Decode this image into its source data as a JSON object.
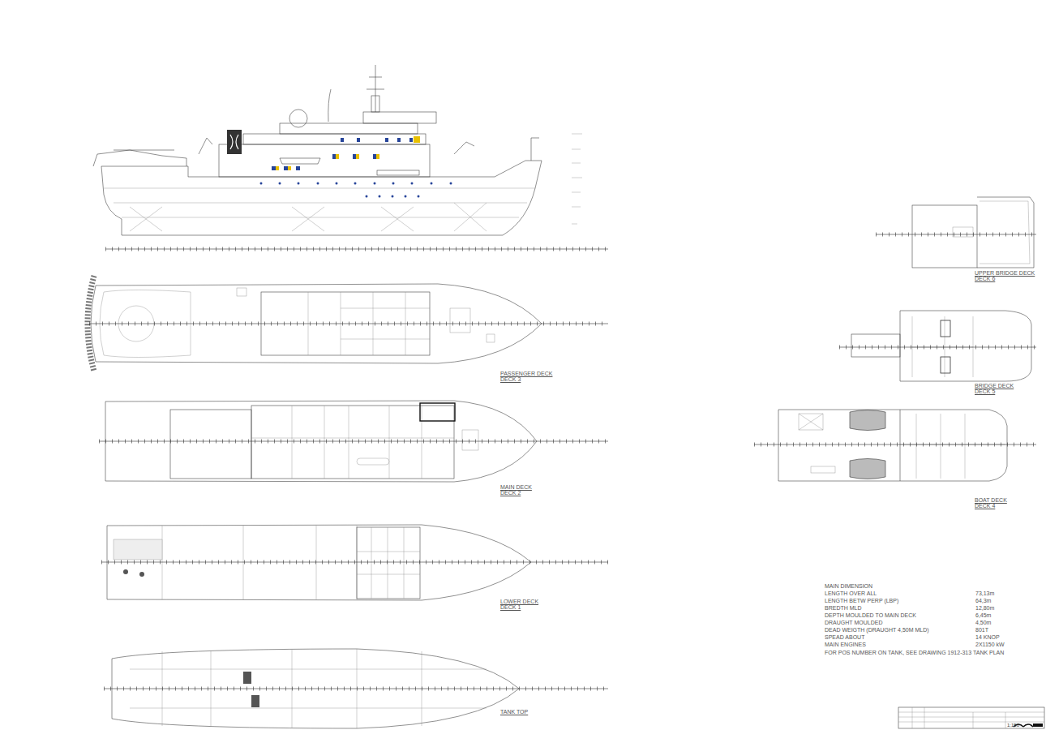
{
  "diagram": {
    "labels": [
      "PASSENGER DECK",
      "DECK 3",
      "MAIN DECK",
      "DECK 2",
      "LOWER DECK",
      "DECK 1",
      "TANK TOP",
      "UPPER BRIDGE DECK",
      "DECK 6",
      "BRIDGE DECK",
      "DECK 5",
      "BOAT DECK",
      "DECK 4",
      "MAIN DIMENSION",
      "LENGTH OVER ALL",
      "73,13m",
      "LENGTH BETW PERP (LBP)",
      "64,3m",
      "BREDTH MLD",
      "12,80m",
      "DEPTH  MOULDED TO MAIN DECK",
      "6,45m",
      "DRAUGHT MOULDED",
      "4,50m",
      "DEAD WEIGTH (DRAUGHT 4,50M MLD)",
      "801T",
      "SPEAD ABOUT",
      "14 KNOP",
      "MAIN ENGINES",
      "2X1150 kW",
      "FOR POS NUMBER ON TANK, SEE DRAWING 1912-313 TANK PLAN",
      "1:150"
    ]
  }
}
